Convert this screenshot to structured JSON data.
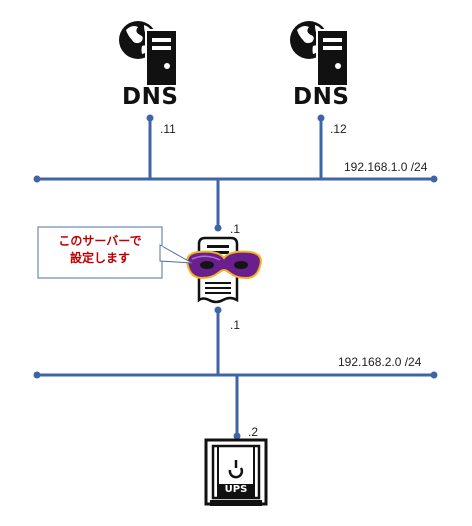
{
  "dns1": {
    "label": "DNS",
    "host": ".11"
  },
  "dns2": {
    "label": "DNS",
    "host": ".12"
  },
  "network1": {
    "subnet": "192.168.1.0 /24"
  },
  "network2": {
    "subnet": "192.168.2.0 /24"
  },
  "router": {
    "upper_host": ".1",
    "lower_host": ".1"
  },
  "callout": {
    "line1": "このサーバーで",
    "line2": "設定します"
  },
  "ups": {
    "label": "UPS",
    "host": ".2"
  },
  "colors": {
    "line": "#3f64a8",
    "callout_text": "#c00000",
    "mask": "#6a1f8f",
    "mask_trim": "#f3b21a"
  }
}
